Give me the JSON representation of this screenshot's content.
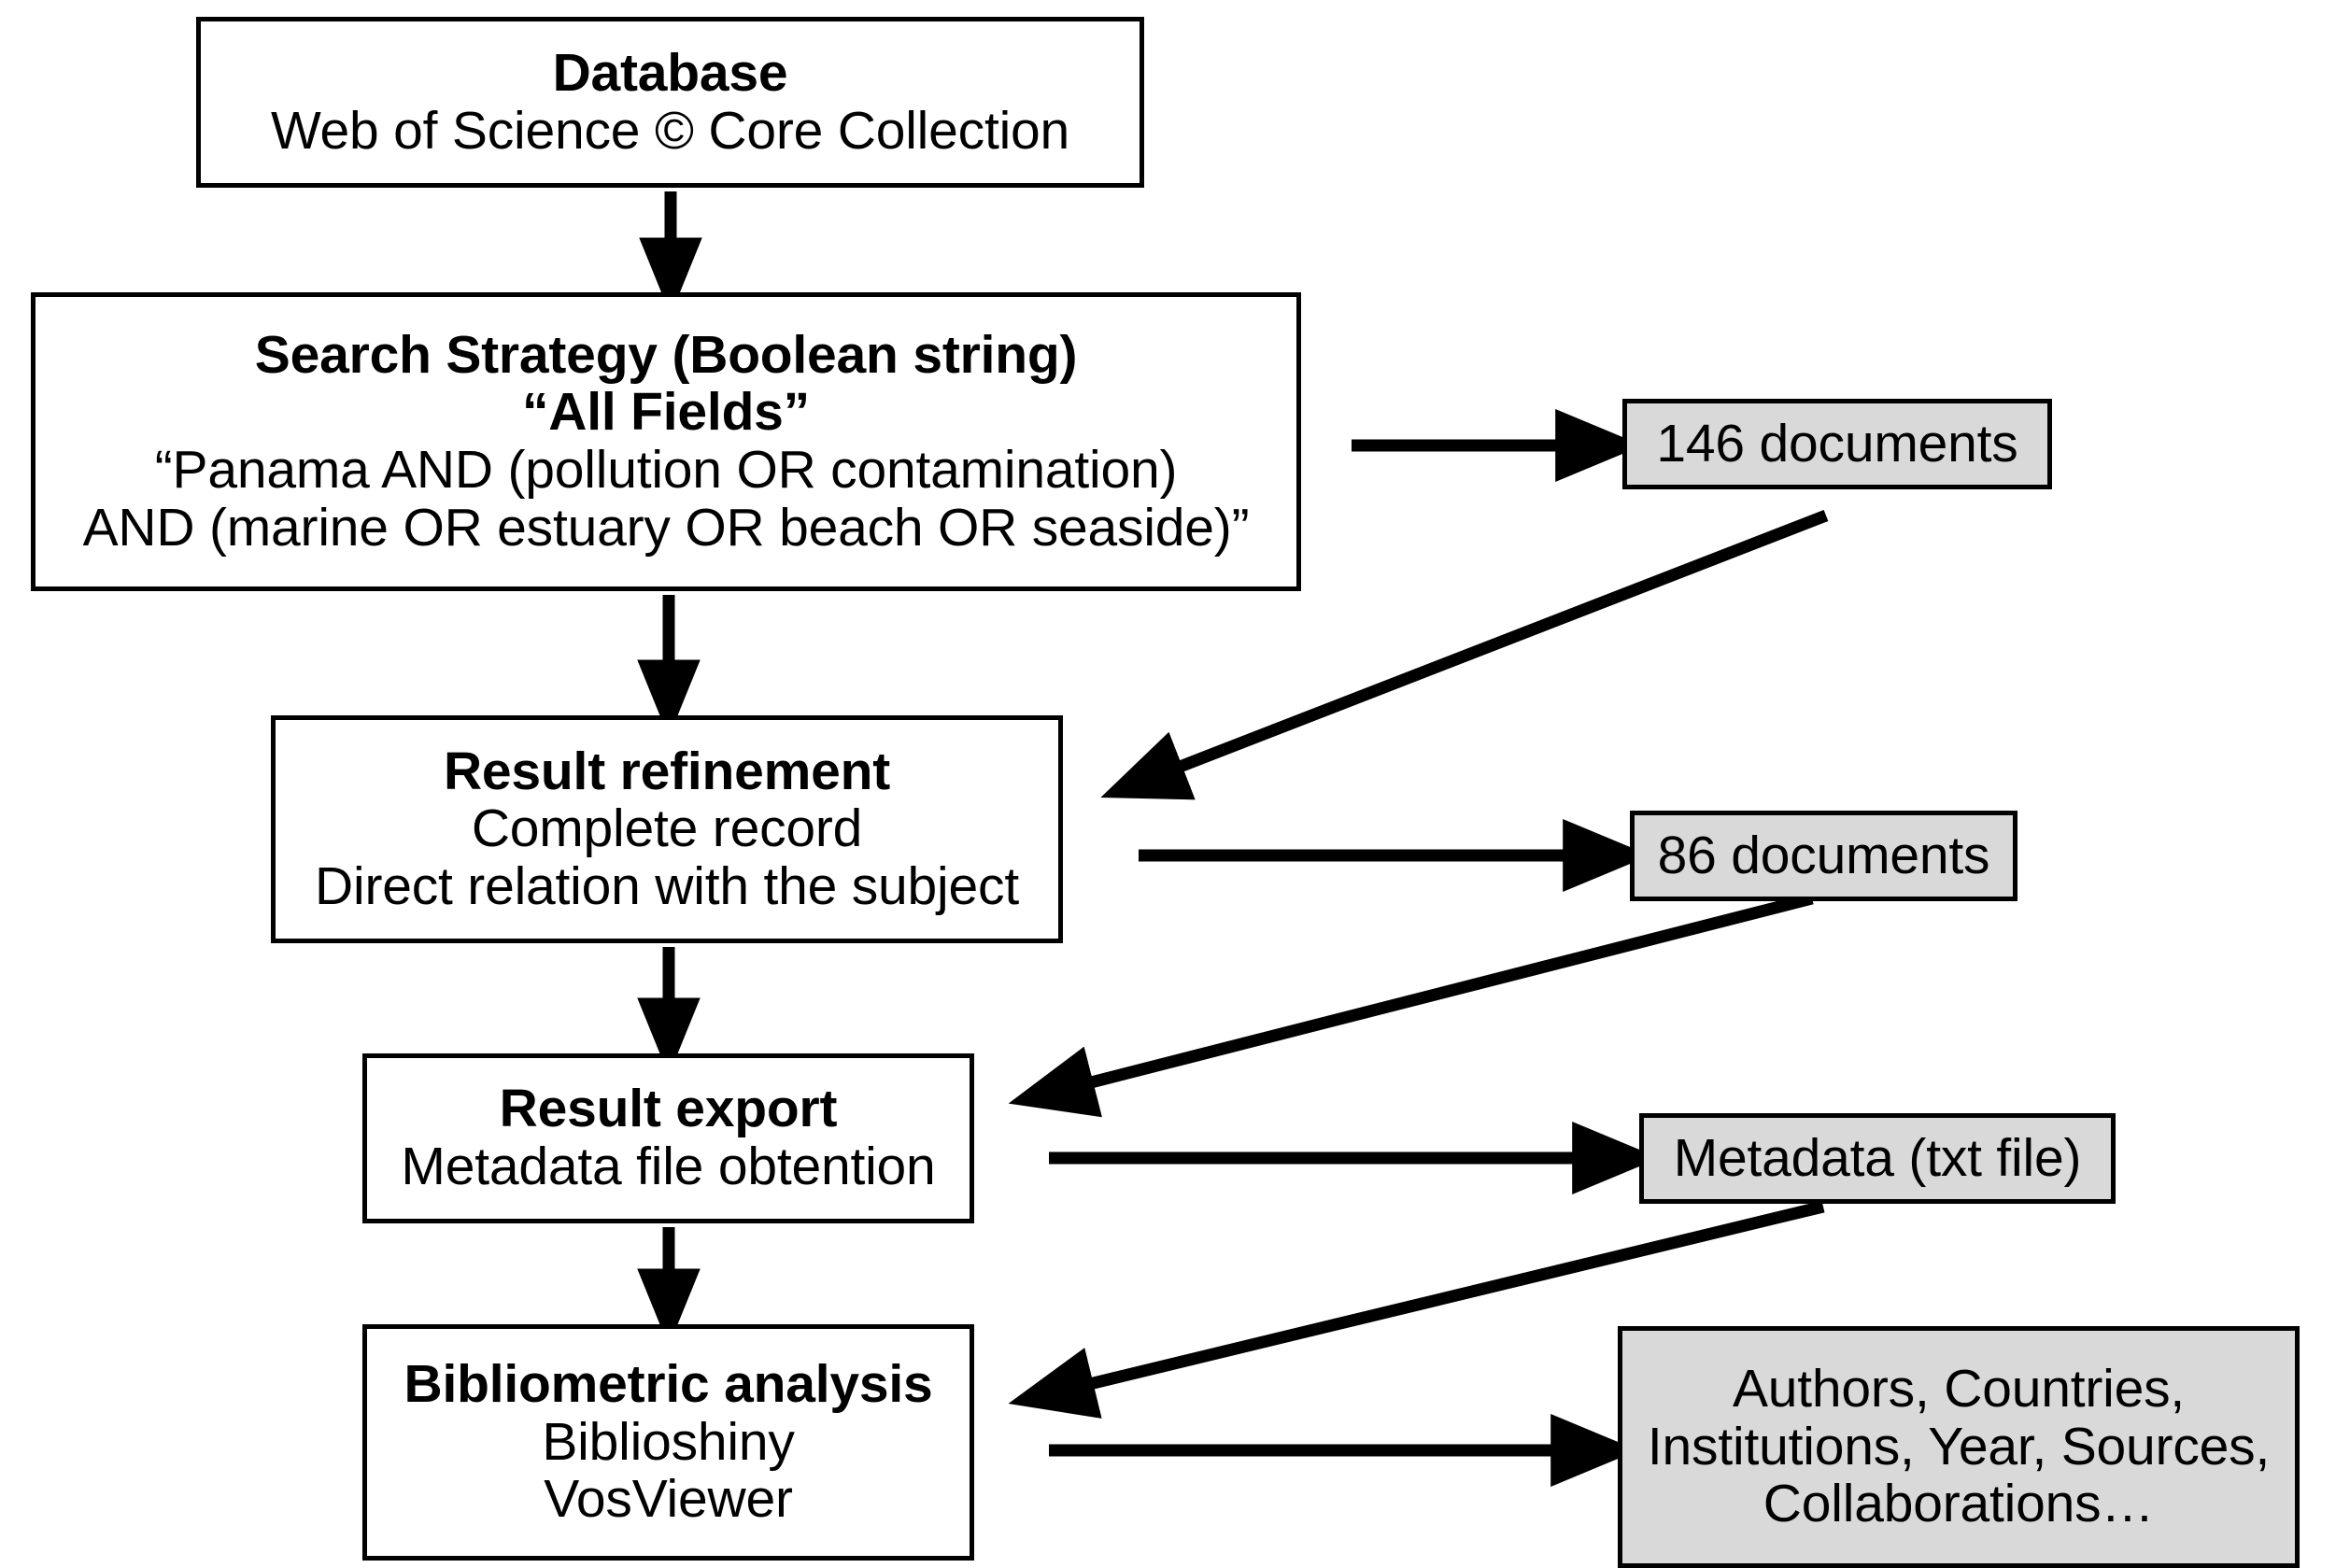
{
  "diagram": {
    "title": "Bibliometric workflow flowchart",
    "colors": {
      "stroke": "#000000",
      "process_fill": "#ffffff",
      "output_fill": "#d9d9d9",
      "background": "#ffffff"
    }
  },
  "nodes": {
    "database": {
      "heading": "Database",
      "lines": [
        "Web of Science © Core Collection"
      ]
    },
    "search_strategy": {
      "heading": "Search Strategy (Boolean string)",
      "heading2": "“All Fields”",
      "lines": [
        "“Panama AND (pollution OR contamination)",
        "AND (marine OR estuary OR beach OR seaside)”"
      ]
    },
    "result_refinement": {
      "heading": "Result refinement",
      "lines": [
        "Complete record",
        "Direct relation with the subject"
      ]
    },
    "result_export": {
      "heading": "Result export",
      "lines": [
        "Metadata file obtention"
      ]
    },
    "bibliometric_analysis": {
      "heading": "Bibliometric analysis",
      "lines": [
        "Biblioshiny",
        "VosViewer"
      ]
    },
    "documents_146": {
      "label": "146 documents"
    },
    "documents_86": {
      "label": "86 documents"
    },
    "metadata_file": {
      "label": "Metadata (txt file)"
    },
    "extracted_fields": {
      "lines": [
        "Authors, Countries,",
        "Institutions, Year, Sources,",
        "Collaborations…"
      ]
    }
  },
  "edges": [
    {
      "name": "database-to-search",
      "from": "database",
      "to": "search_strategy",
      "style": "vertical-down"
    },
    {
      "name": "search-to-146",
      "from": "search_strategy",
      "to": "documents_146",
      "style": "horizontal-right"
    },
    {
      "name": "146-to-refinement",
      "from": "documents_146",
      "to": "result_refinement",
      "style": "diagonal-down-left"
    },
    {
      "name": "search-to-refinement",
      "from": "search_strategy",
      "to": "result_refinement",
      "style": "vertical-down"
    },
    {
      "name": "refinement-to-86",
      "from": "result_refinement",
      "to": "documents_86",
      "style": "horizontal-right"
    },
    {
      "name": "86-to-export",
      "from": "documents_86",
      "to": "result_export",
      "style": "diagonal-down-left"
    },
    {
      "name": "refinement-to-export",
      "from": "result_refinement",
      "to": "result_export",
      "style": "vertical-down"
    },
    {
      "name": "export-to-metadata",
      "from": "result_export",
      "to": "metadata_file",
      "style": "horizontal-right"
    },
    {
      "name": "metadata-to-bibliometric",
      "from": "metadata_file",
      "to": "bibliometric_analysis",
      "style": "diagonal-down-left"
    },
    {
      "name": "export-to-bibliometric",
      "from": "result_export",
      "to": "bibliometric_analysis",
      "style": "vertical-down"
    },
    {
      "name": "bibliometric-to-fields",
      "from": "bibliometric_analysis",
      "to": "extracted_fields",
      "style": "horizontal-right"
    }
  ]
}
